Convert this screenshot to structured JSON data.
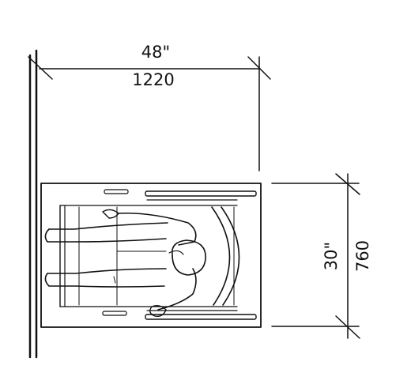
{
  "figure": {
    "subject": "wheelchair-clear-floor-space-plan",
    "ink_color": "#111111",
    "background": "#ffffff"
  },
  "dimensions": {
    "width_imperial": "48\"",
    "width_metric": "1220",
    "depth_imperial": "30\"",
    "depth_metric": "760"
  }
}
